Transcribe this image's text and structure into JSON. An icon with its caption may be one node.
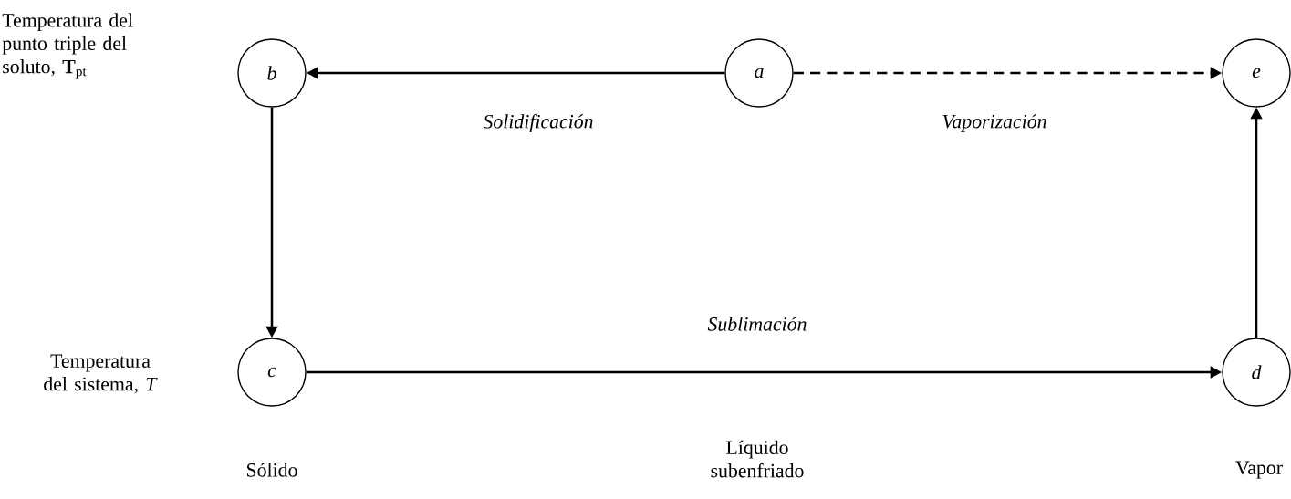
{
  "diagram": {
    "nodes": [
      {
        "text": [
          "a"
        ]
      },
      {
        "text": [
          "b"
        ]
      },
      {
        "text": [
          "c"
        ]
      },
      {
        "text": [
          "d"
        ]
      },
      {
        "text": [
          "e"
        ]
      }
    ],
    "edges": [
      {
        "from": 0,
        "to": 1,
        "arrow": "to",
        "label": "Solidificación"
      },
      {
        "from": 0,
        "to": 4,
        "arrow": "to",
        "label": "Vaporización",
        "style": "dashed"
      },
      {
        "from": 1,
        "to": 2,
        "arrow": "to"
      },
      {
        "from": 2,
        "to": 3,
        "arrow": "to",
        "label": "Sublimación"
      },
      {
        "from": 3,
        "to": 4,
        "arrow": "to"
      }
    ],
    "labels": [
      "Temperatura del punto triple del soluto, **T**$_{pt}$",
      "Temperatura del sistema, *T*",
      "Sólido",
      "Líquido subenfriado",
      "Vapor"
    ]
  }
}
